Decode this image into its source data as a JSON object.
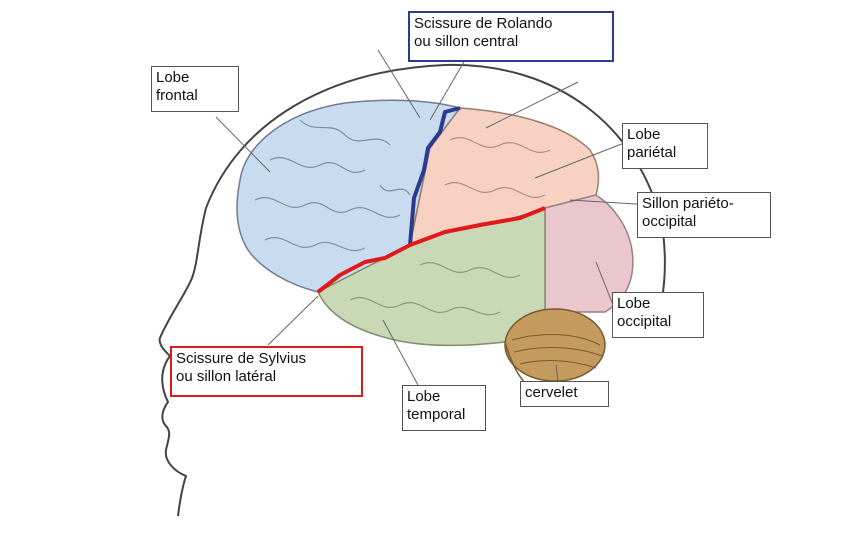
{
  "labels": {
    "rolando": {
      "line1": "Scissure de Rolando",
      "line2": "ou sillon central"
    },
    "frontal": {
      "line1": "Lobe",
      "line2": "frontal"
    },
    "parietal": {
      "line1": "Lobe",
      "line2": "pariétal"
    },
    "parieto_occipital": {
      "line1": "Sillon pariéto-",
      "line2": "occipital"
    },
    "occipital": {
      "line1": "Lobe",
      "line2": "occipital"
    },
    "sylvius": {
      "line1": "Scissure de Sylvius",
      "line2": "ou sillon latéral"
    },
    "temporal": {
      "line1": "Lobe",
      "line2": "temporal"
    },
    "cervelet": {
      "line1": "cervelet"
    }
  },
  "colors": {
    "frontal_lobe": "#c9dbef",
    "parietal_lobe": "#f7d2c2",
    "temporal_lobe": "#c9d8b5",
    "occipital_lobe": "#e9c7cd",
    "cerebellum": "#c49a5e",
    "rolando_line": "#2b3b8f",
    "sylvius_line": "#e01a1a"
  }
}
